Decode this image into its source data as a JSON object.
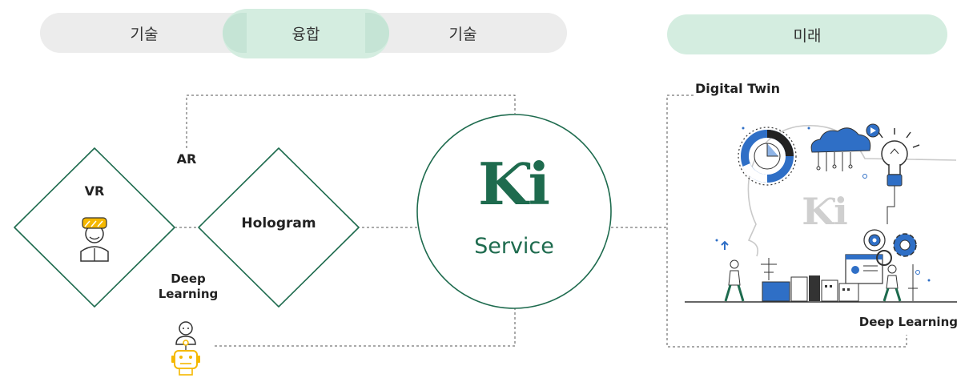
{
  "header": {
    "tab_left": "기술",
    "tab_center": "융합",
    "tab_right": "기술",
    "future": "미래"
  },
  "diagram": {
    "vr": "VR",
    "ar": "AR",
    "hologram": "Hologram",
    "deep_learning_line1": "Deep",
    "deep_learning_line2": "Learning",
    "service_logo": "Ƙi",
    "service_label": "Service"
  },
  "future_panel": {
    "digital_twin": "Digital Twin",
    "deep_learning": "Deep Learning",
    "watermark_logo": "Ƙi"
  },
  "colors": {
    "accent_green": "#1e6b4e",
    "pill_gray": "#ececec",
    "pill_mint": "#d4ede0",
    "icon_yellow": "#f5b800",
    "icon_blue": "#2f6fc6"
  }
}
